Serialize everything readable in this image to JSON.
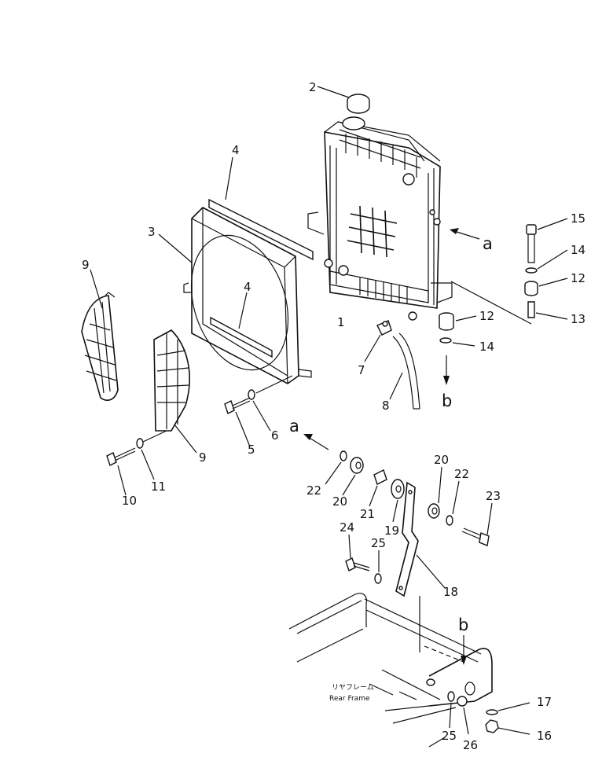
{
  "labels": {
    "n1": "1",
    "n2": "2",
    "n3": "3",
    "n4a": "4",
    "n4b": "4",
    "n5": "5",
    "n6": "6",
    "n7": "7",
    "n8": "8",
    "n9a": "9",
    "n9b": "9",
    "n10": "10",
    "n11": "11",
    "n12a": "12",
    "n12b": "12",
    "n13": "13",
    "n14a": "14",
    "n14b": "14",
    "n15": "15",
    "n16": "16",
    "n17": "17",
    "n18": "18",
    "n19": "19",
    "n20a": "20",
    "n20b": "20",
    "n21": "21",
    "n22a": "22",
    "n22b": "22",
    "n23": "23",
    "n24": "24",
    "n25a": "25",
    "n25b": "25",
    "n26": "26"
  },
  "view_markers": {
    "a_upper": "a",
    "b_upper": "b",
    "a_lower": "a",
    "b_lower": "b"
  },
  "frame_note": {
    "japanese": "リヤフレーム",
    "english": "Rear Frame"
  }
}
